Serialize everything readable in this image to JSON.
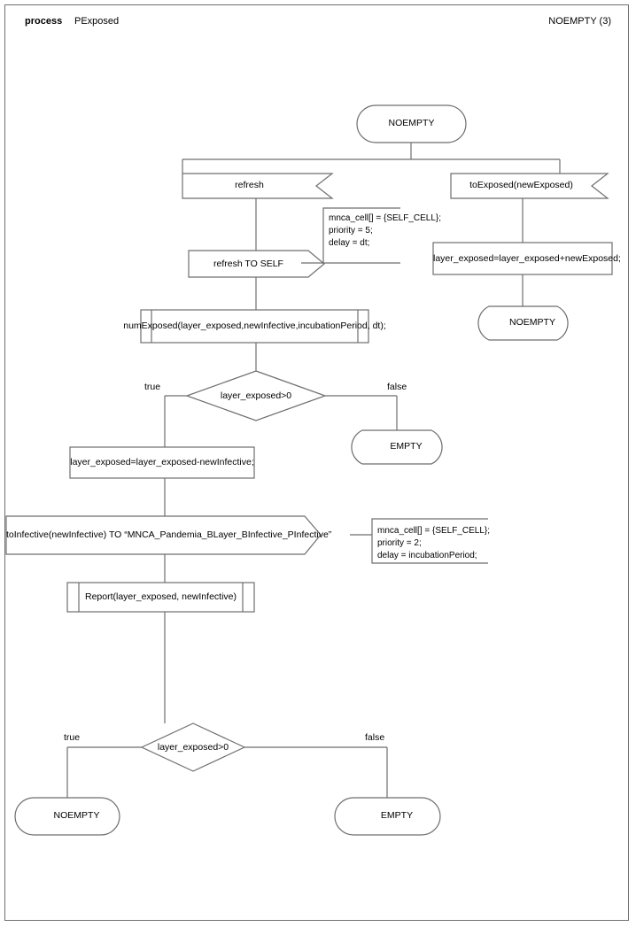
{
  "header": {
    "kind": "process",
    "name": "PExposed",
    "page_ref": "NOEMPTY (3)"
  },
  "diagram": {
    "type": "sdl-process-flowchart",
    "nodes": [
      {
        "id": "state_start",
        "shape": "state",
        "label": "NOEMPTY"
      },
      {
        "id": "input_refresh",
        "shape": "input",
        "label": "refresh"
      },
      {
        "id": "input_toexposed",
        "shape": "input",
        "label": "toExposed(newExposed)"
      },
      {
        "id": "output_refreshself",
        "shape": "output",
        "label": "refresh TO SELF"
      },
      {
        "id": "comment_1",
        "shape": "comment",
        "label": "mnca_cell[] = {SELF_CELL};\npriority = 5;\ndelay = dt;"
      },
      {
        "id": "task_addexposed",
        "shape": "task",
        "label": "layer_exposed=layer_exposed+newExposed;"
      },
      {
        "id": "state_noempty_r",
        "shape": "state",
        "label": "NOEMPTY"
      },
      {
        "id": "proc_numexposed",
        "shape": "procedure-call",
        "label": "numExposed(layer_exposed,newInfective,incubationPeriod, dt);"
      },
      {
        "id": "decision_1",
        "shape": "decision",
        "label": "layer_exposed>0"
      },
      {
        "id": "decision_1_true",
        "shape": "branch-label",
        "label": "true"
      },
      {
        "id": "decision_1_false",
        "shape": "branch-label",
        "label": "false"
      },
      {
        "id": "state_empty_mid",
        "shape": "state",
        "label": "EMPTY"
      },
      {
        "id": "task_subinfective",
        "shape": "task",
        "label": "layer_exposed=layer_exposed-newInfective;"
      },
      {
        "id": "output_toinfective",
        "shape": "output",
        "label": "toInfective(newInfective) TO “MNCA_Pandemia_BLayer_BInfective_PInfective”"
      },
      {
        "id": "comment_2",
        "shape": "comment",
        "label": "mnca_cell[] = {SELF_CELL};\npriority = 2;\ndelay = incubationPeriod;"
      },
      {
        "id": "proc_report",
        "shape": "procedure-call",
        "label": "Report(layer_exposed, newInfective)"
      },
      {
        "id": "decision_2",
        "shape": "decision",
        "label": "layer_exposed>0"
      },
      {
        "id": "decision_2_true",
        "shape": "branch-label",
        "label": "true"
      },
      {
        "id": "decision_2_false",
        "shape": "branch-label",
        "label": "false"
      },
      {
        "id": "state_noempty_end",
        "shape": "state",
        "label": "NOEMPTY"
      },
      {
        "id": "state_empty_end",
        "shape": "state",
        "label": "EMPTY"
      }
    ]
  },
  "colors": {
    "line": "#6e6e6e",
    "border": "#707070",
    "text": "#000000",
    "background": "#ffffff"
  }
}
